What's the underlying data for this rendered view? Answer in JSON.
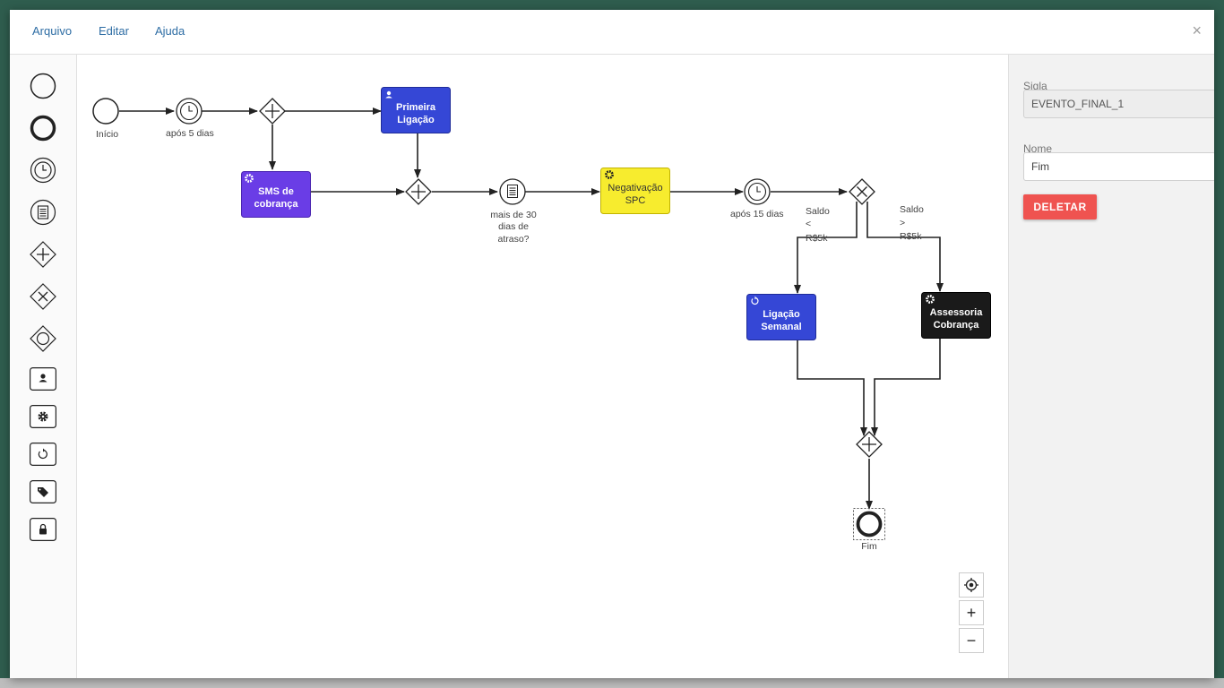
{
  "menu": {
    "file": "Arquivo",
    "edit": "Editar",
    "help": "Ajuda",
    "close": "×"
  },
  "properties": {
    "sigla_label": "Sigla",
    "sigla_value": "EVENTO_FINAL_1",
    "nome_label": "Nome",
    "nome_value": "Fim",
    "delete_label": "DELETAR"
  },
  "diagram": {
    "start_label": "Início",
    "timer1_label": "após 5 dias",
    "task_primeira": [
      "Primeira",
      "Ligação"
    ],
    "task_sms": [
      "SMS de",
      "cobrança"
    ],
    "cond_event_label": [
      "mais de 30",
      "dias de",
      "atraso?"
    ],
    "task_negativacao": [
      "Negativação",
      "SPC"
    ],
    "timer2_label": "após 15 dias",
    "flow_left_label": [
      "Saldo",
      "<",
      "R$5k"
    ],
    "flow_right_label": [
      "Saldo",
      ">",
      "R$5k"
    ],
    "task_semanal": [
      "Ligação",
      "Semanal"
    ],
    "task_assessoria": [
      "Assessoria",
      "Cobrança"
    ],
    "end_label": "Fim"
  },
  "zoom": {
    "zoom_in": "+",
    "zoom_out": "−"
  },
  "colors": {
    "blue_task": "#3547d6",
    "purple_task": "#6a3de6",
    "yellow_task": "#f7ec2e",
    "black_task": "#1a1a1a",
    "delete": "#ef5350",
    "link": "#2e6da4"
  }
}
